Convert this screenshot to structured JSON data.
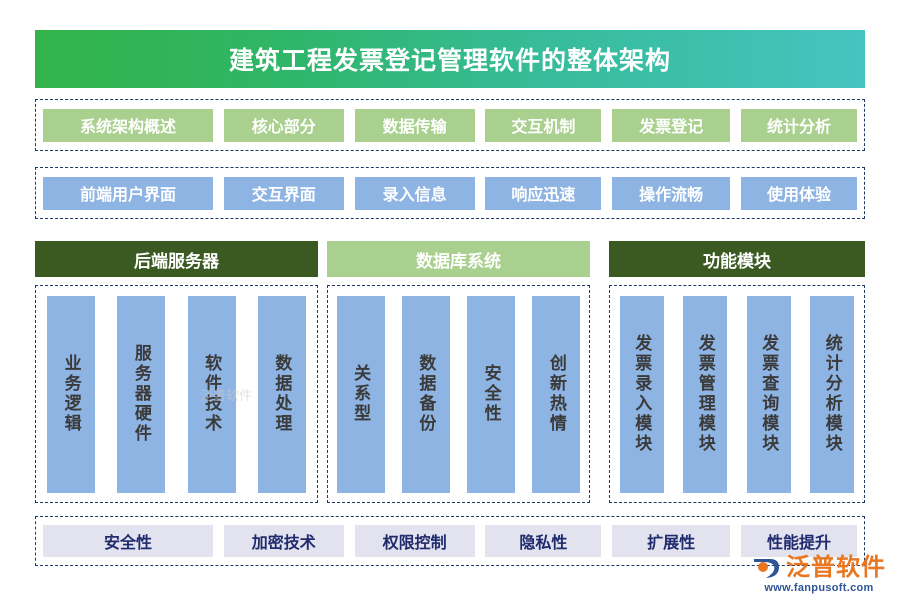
{
  "page": {
    "title": "建筑工程发票登记管理软件的整体架构",
    "background": "#ffffff"
  },
  "colors": {
    "banner_from": "#32B44A",
    "banner_to": "#45C4C0",
    "chip_green": "#A9D08E",
    "chip_blue": "#8EB4E3",
    "chip_lavender": "#E3E3F0",
    "header_dark_green": "#3A5A21",
    "dashed_border": "#1F3864",
    "vertical_text": "#3A3A3A",
    "lavender_text": "#1F2B6C",
    "brand_orange": "#E87722",
    "brand_blue": "#2F5597"
  },
  "rows": {
    "overview": {
      "name": "系统架构概述行",
      "chips": [
        {
          "label": "系统架构概述",
          "width": 170
        },
        {
          "label": "核心部分",
          "width": 120
        },
        {
          "label": "数据传输",
          "width": 120
        },
        {
          "label": "交互机制",
          "width": 116
        },
        {
          "label": "发票登记",
          "width": 118
        },
        {
          "label": "统计分析",
          "width": 116
        }
      ]
    },
    "frontend": {
      "name": "前端用户界面行",
      "chips": [
        {
          "label": "前端用户界面",
          "width": 170
        },
        {
          "label": "交互界面",
          "width": 120
        },
        {
          "label": "录入信息",
          "width": 120
        },
        {
          "label": "响应迅速",
          "width": 116
        },
        {
          "label": "操作流畅",
          "width": 118
        },
        {
          "label": "使用体验",
          "width": 116
        }
      ]
    },
    "security": {
      "name": "安全性行",
      "chips": [
        {
          "label": "安全性",
          "width": 170
        },
        {
          "label": "加密技术",
          "width": 120
        },
        {
          "label": "权限控制",
          "width": 120
        },
        {
          "label": "隐私性",
          "width": 116
        },
        {
          "label": "扩展性",
          "width": 118
        },
        {
          "label": "性能提升",
          "width": 116
        }
      ]
    }
  },
  "sections": [
    {
      "header": "后端服务器",
      "header_style": "dark",
      "columns": [
        "业务逻辑",
        "服务器硬件",
        "软件技术",
        "数据处理"
      ]
    },
    {
      "header": "数据库系统",
      "header_style": "light",
      "columns": [
        "关系型",
        "数据备份",
        "安全性",
        "创新热情"
      ]
    },
    {
      "header": "功能模块",
      "header_style": "dark",
      "columns": [
        "发票录入模块",
        "发票管理模块",
        "发票查询模块",
        "统计分析模块"
      ]
    }
  ],
  "watermark": "泛普软件",
  "brand": {
    "name": "泛普软件",
    "url": "www.fanpusoft.com"
  }
}
